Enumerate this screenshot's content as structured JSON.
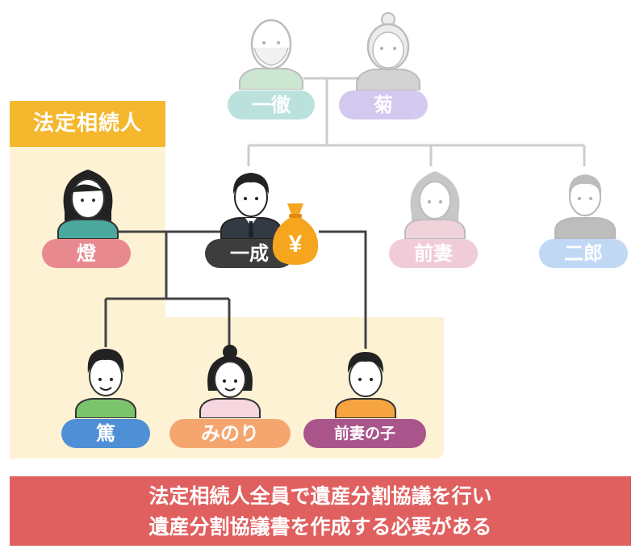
{
  "heir_label": "法定相続人",
  "persons": {
    "grandfather": "一徹",
    "grandmother": "菊",
    "wife": "燈",
    "deceased": "一成",
    "ex_wife": "前妻",
    "brother": "二郎",
    "child1": "篤",
    "child2": "みのり",
    "ex_wife_child": "前妻の子"
  },
  "money_symbol": "¥",
  "banner": {
    "line1": "法定相続人全員で遺産分割協議を行い",
    "line2": "遺産分割協議書を作成する必要がある"
  },
  "colors": {
    "heir_area": "#fdf2d4",
    "heir_tag": "#f5b72e",
    "banner": "#e06060",
    "grandfather": "#8fd1c9",
    "grandmother": "#b9a8e0",
    "wife": "#e8898f",
    "deceased": "#3d3d3d",
    "ex_wife": "#e9a7b8",
    "brother": "#7fb0ea",
    "child1": "#4f8fd6",
    "child2": "#f5a66e",
    "ex_wife_child": "#a9558b"
  }
}
